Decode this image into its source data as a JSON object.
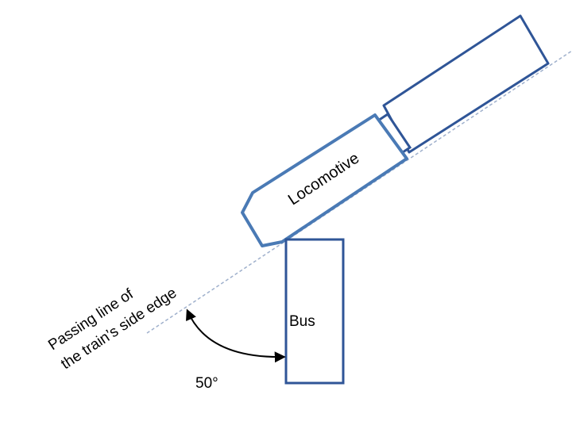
{
  "labels": {
    "locomotive": "Locomotive",
    "bus": "Bus",
    "passing_line_1": "Passing line of",
    "passing_line_2": "the train’s side edge",
    "angle": "50°"
  },
  "colors": {
    "locomotive_stroke": "#4a7ab5",
    "car_stroke": "#2f5597",
    "bus_stroke": "#2f5597",
    "passing_line": "#9fb0cc",
    "arrow": "#000000"
  }
}
